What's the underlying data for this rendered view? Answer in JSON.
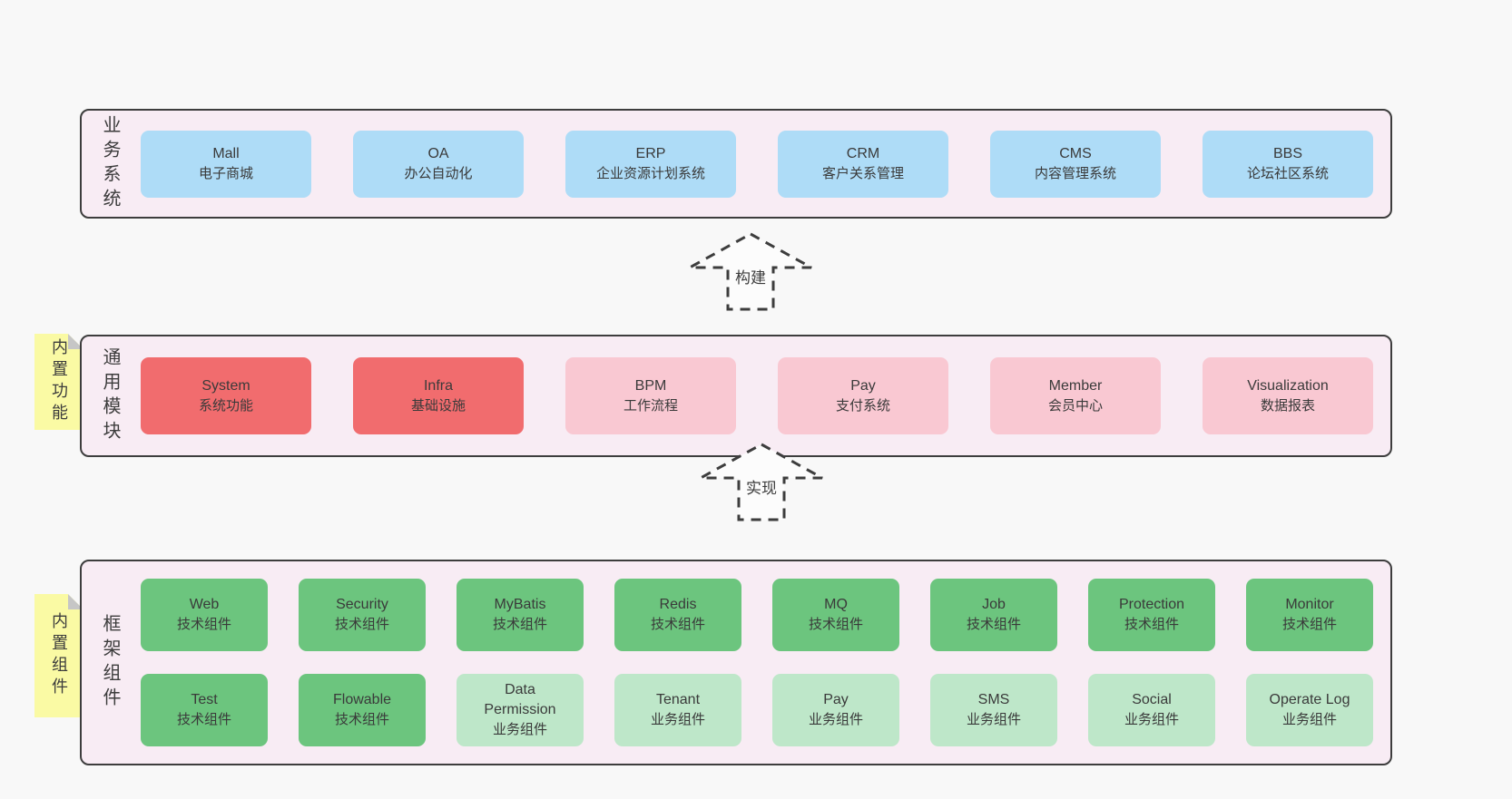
{
  "colors": {
    "page_bg": "#f8f8f8",
    "layer_bg": "#f8ecf4",
    "layer_border": "#3d3d3d",
    "system_blue": "#aedcf7",
    "module_red": "#f16c6e",
    "module_pink": "#f9c8d2",
    "tech_green": "#6cc57e",
    "biz_lightgreen": "#bee7c9",
    "note_yellow": "#fafaa4",
    "note_fold_gray": "#c6c6c6"
  },
  "diagram": {
    "business_layer": {
      "label": "业务系统",
      "systems": [
        {
          "name": "Mall",
          "desc": "电子商城"
        },
        {
          "name": "OA",
          "desc": "办公自动化"
        },
        {
          "name": "ERP",
          "desc": "企业资源计划系统"
        },
        {
          "name": "CRM",
          "desc": "客户关系管理"
        },
        {
          "name": "CMS",
          "desc": "内容管理系统"
        },
        {
          "name": "BBS",
          "desc": "论坛社区系统"
        }
      ]
    },
    "build_arrow": {
      "label": "构建"
    },
    "module_layer": {
      "label": "通用模块",
      "note": "内置功能",
      "modules": [
        {
          "name": "System",
          "desc": "系统功能",
          "variant": "red"
        },
        {
          "name": "Infra",
          "desc": "基础设施",
          "variant": "red"
        },
        {
          "name": "BPM",
          "desc": "工作流程",
          "variant": "pink"
        },
        {
          "name": "Pay",
          "desc": "支付系统",
          "variant": "pink"
        },
        {
          "name": "Member",
          "desc": "会员中心",
          "variant": "pink"
        },
        {
          "name": "Visualization",
          "desc": "数据报表",
          "variant": "pink"
        }
      ]
    },
    "implement_arrow": {
      "label": "实现"
    },
    "component_layer": {
      "label": "框架组件",
      "note": "内置组件",
      "row1": [
        {
          "name": "Web",
          "desc": "技术组件",
          "variant": "green"
        },
        {
          "name": "Security",
          "desc": "技术组件",
          "variant": "green"
        },
        {
          "name": "MyBatis",
          "desc": "技术组件",
          "variant": "green"
        },
        {
          "name": "Redis",
          "desc": "技术组件",
          "variant": "green"
        },
        {
          "name": "MQ",
          "desc": "技术组件",
          "variant": "green"
        },
        {
          "name": "Job",
          "desc": "技术组件",
          "variant": "green"
        },
        {
          "name": "Protection",
          "desc": "技术组件",
          "variant": "green"
        },
        {
          "name": "Monitor",
          "desc": "技术组件",
          "variant": "green"
        }
      ],
      "row2": [
        {
          "name": "Test",
          "desc": "技术组件",
          "variant": "green"
        },
        {
          "name": "Flowable",
          "desc": "技术组件",
          "variant": "green"
        },
        {
          "name": "Data Permission",
          "desc": "业务组件",
          "variant": "lightgreen"
        },
        {
          "name": "Tenant",
          "desc": "业务组件",
          "variant": "lightgreen"
        },
        {
          "name": "Pay",
          "desc": "业务组件",
          "variant": "lightgreen"
        },
        {
          "name": "SMS",
          "desc": "业务组件",
          "variant": "lightgreen"
        },
        {
          "name": "Social",
          "desc": "业务组件",
          "variant": "lightgreen"
        },
        {
          "name": "Operate Log",
          "desc": "业务组件",
          "variant": "lightgreen"
        }
      ]
    }
  }
}
